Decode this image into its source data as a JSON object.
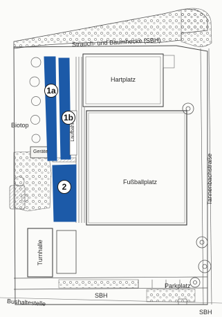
{
  "map": {
    "labels": {
      "hedge": "Strauch- und Baumhecke (SBH)",
      "hartplatz": "Hartplatz",
      "biotop": "Biotop",
      "geraete": "Geräte",
      "laufbahn": "Laufbahn",
      "fussballplatz": "Fußballplatz",
      "tannenbachstrasse": "Tannenbachstraße",
      "turnhalle": "Turnhalle",
      "parkplatz": "Parkplatz",
      "sbh_center": "SBH",
      "bushaltestelle": "Bushaltestelle",
      "sbh_corner": "SBH"
    },
    "markers": {
      "m1a": "1a",
      "m1b": "1b",
      "m2": "2"
    },
    "colors": {
      "highlight": "#1c5aa8",
      "linework": "#2e2e2e",
      "background": "#fbfbf9"
    }
  }
}
